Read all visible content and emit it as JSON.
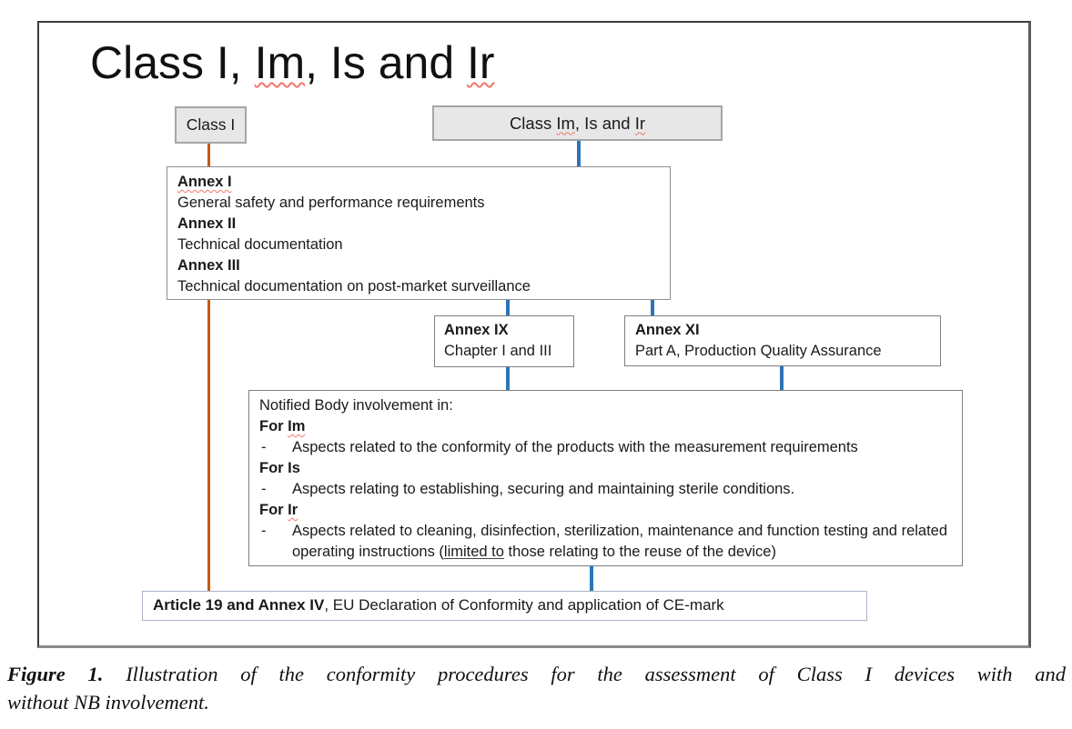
{
  "diagram": {
    "title": {
      "part1": "Class I, ",
      "part2": "Im",
      "part3": ", Is and ",
      "part4": "Ir"
    },
    "class_i_box": {
      "label": "Class I"
    },
    "class_im_box": {
      "part1": "Class ",
      "part2": "Im",
      "part3": ", Is and ",
      "part4": "Ir"
    },
    "annex_box": {
      "heading1": "Annex I",
      "line1": "General safety and performance requirements",
      "heading2": "Annex II",
      "line2": "Technical documentation",
      "heading3": "Annex III",
      "line3": "Technical documentation on post-market surveillance"
    },
    "annex_ix_box": {
      "heading": "Annex IX",
      "line": "Chapter I and III"
    },
    "annex_xi_box": {
      "heading": "Annex XI",
      "line": "Part A, Production Quality Assurance"
    },
    "nb_box": {
      "intro": "Notified Body involvement in:",
      "dash": "-",
      "for_im_prefix": "For ",
      "for_im_class": "Im",
      "im_bullet": "Aspects related to the conformity of the products with the measurement requirements",
      "for_is": "For Is",
      "is_bullet": "Aspects relating to establishing, securing and maintaining sterile conditions.",
      "for_ir_prefix": "For ",
      "for_ir_class": "Ir",
      "ir_bullet_a": "Aspects related to cleaning, disinfection, sterilization, maintenance and function testing and related operating instructions (",
      "ir_bullet_underlined": "limited to",
      "ir_bullet_b": " those relating to the reuse of the device)"
    },
    "article_box": {
      "bold": "Article 19 and Annex IV",
      "rest": ", EU Declaration of Conformity and application of CE-mark"
    },
    "colors": {
      "connector_blue": "#2E75B6",
      "connector_orange": "#C55A11",
      "class_box_fill": "#E7E7E7",
      "class_box_border": "#A6A6A6",
      "spellcheck_squiggle": "#F4756B"
    }
  },
  "caption": {
    "bold": "Figure 1.",
    "line1_rest": " Illustration of the conformity procedures for the assessment of Class I devices with and",
    "line2": "without NB involvement."
  }
}
